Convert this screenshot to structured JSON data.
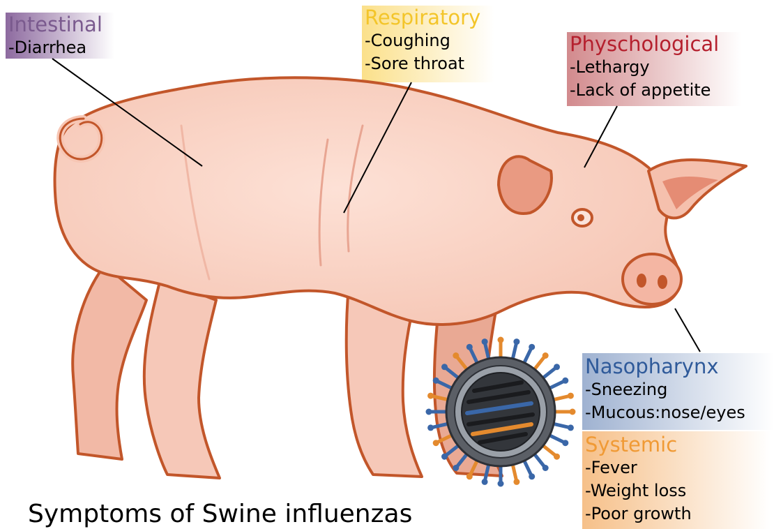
{
  "title": "Symptoms of Swine influenzas",
  "labels": {
    "intestinal": {
      "title": "Intestinal",
      "items": [
        "-Diarrhea"
      ],
      "color": "#7a5a8e"
    },
    "respiratory": {
      "title": "Respiratory",
      "items": [
        "-Coughing",
        "-Sore throat"
      ],
      "color": "#f3c52a"
    },
    "psychological": {
      "title": "Physchological",
      "items": [
        "-Lethargy",
        "-Lack of appetite"
      ],
      "color": "#b5202e"
    },
    "nasopharynx": {
      "title": "Nasopharynx",
      "items": [
        "-Sneezing",
        "-Mucous:nose/eyes"
      ],
      "color": "#2f5a9a"
    },
    "systemic": {
      "title": "Systemic",
      "items": [
        "-Fever",
        "-Weight loss",
        "-Poor growth"
      ],
      "color": "#f09a35"
    }
  },
  "colors": {
    "pig_skin": "#f8cdbf",
    "pig_outline": "#c2562a",
    "virus_spike_blue": "#3a67a8",
    "virus_spike_orange": "#e48a2e"
  },
  "icons": [
    "pig-illustration",
    "influenza-virus-icon"
  ]
}
